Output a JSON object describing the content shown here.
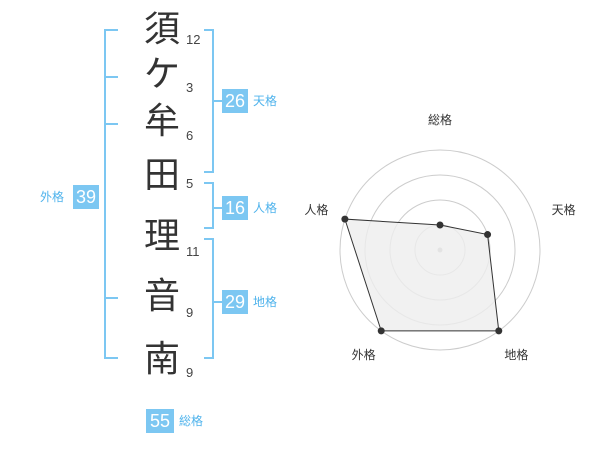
{
  "name_chars": [
    {
      "char": "須",
      "strokes": "12"
    },
    {
      "char": "ケ",
      "strokes": "3"
    },
    {
      "char": "牟",
      "strokes": "6"
    },
    {
      "char": "田",
      "strokes": "5"
    },
    {
      "char": "理",
      "strokes": "11"
    },
    {
      "char": "音",
      "strokes": "9"
    },
    {
      "char": "南",
      "strokes": "9"
    }
  ],
  "kaku": {
    "tenkaku": {
      "label": "天格",
      "value": "26"
    },
    "jinkaku": {
      "label": "人格",
      "value": "16"
    },
    "chikaku": {
      "label": "地格",
      "value": "29"
    },
    "gaikaku": {
      "label": "外格",
      "value": "39"
    },
    "soukaku": {
      "label": "総格",
      "value": "55"
    }
  },
  "chart_data": {
    "type": "radar",
    "axes": [
      "総格",
      "天格",
      "地格",
      "外格",
      "人格"
    ],
    "values": [
      1,
      2,
      4,
      4,
      4
    ],
    "max": 4,
    "rings": 4
  },
  "colors": {
    "accent": "#7cc7f2",
    "label_text": "#4fb3ec",
    "kanji_text": "#333333",
    "radar_fill": "#eeeeee",
    "radar_ring": "#cccccc"
  }
}
